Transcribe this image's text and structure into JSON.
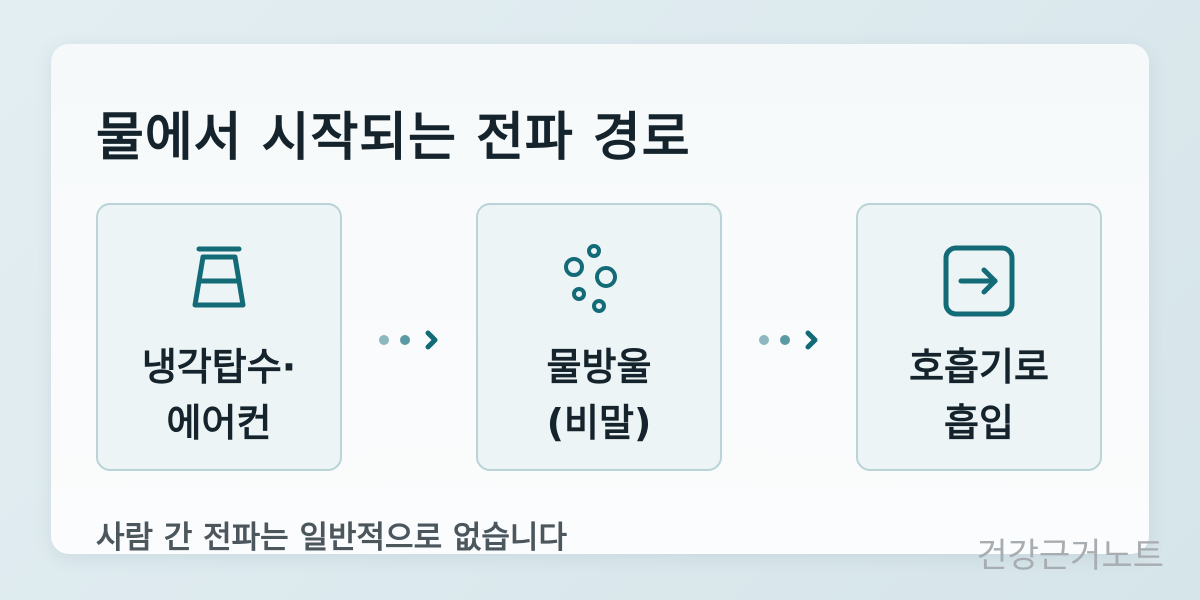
{
  "title": "물에서 시작되는 전파 경로",
  "steps": [
    {
      "icon": "cooling-tower-icon",
      "label_line1": "냉각탑수·",
      "label_line2": "에어컨"
    },
    {
      "icon": "droplets-icon",
      "label_line1": "물방울",
      "label_line2": "(비말)"
    },
    {
      "icon": "arrow-in-box-icon",
      "label_line1": "호흡기로",
      "label_line2": "흡입"
    }
  ],
  "connectors": [
    "dots-arrow-icon",
    "dots-arrow-icon"
  ],
  "note": "사람 간 전파는 일반적으로 없습니다",
  "watermark": "건강근거노트",
  "colors": {
    "accent": "#136b78",
    "dot_light": "#8db8bf",
    "card_border": "#b9d3d7",
    "card_fill": "#edf4f5",
    "title_text": "#14232c",
    "note_text": "#4b565d"
  }
}
